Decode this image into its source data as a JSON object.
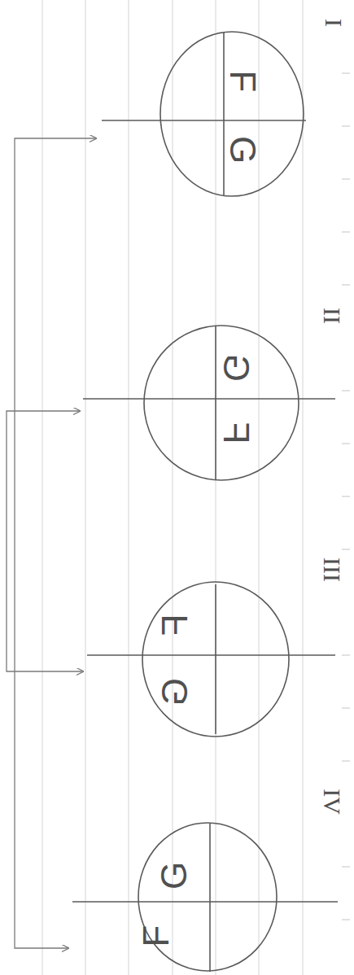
{
  "diagram": {
    "nodes": [
      {
        "text": [
          "F",
          "G"
        ]
      },
      {
        "text": [
          "G",
          "F"
        ]
      },
      {
        "text": [
          "F",
          "G"
        ]
      },
      {
        "text": [
          "G",
          "F"
        ]
      }
    ],
    "edges": [
      {
        "from": 0,
        "to": 3,
        "arrow": "both"
      },
      {
        "from": 1,
        "to": 2,
        "arrow": "both"
      }
    ],
    "labels": [
      "I",
      "II",
      "III",
      "IV"
    ]
  }
}
